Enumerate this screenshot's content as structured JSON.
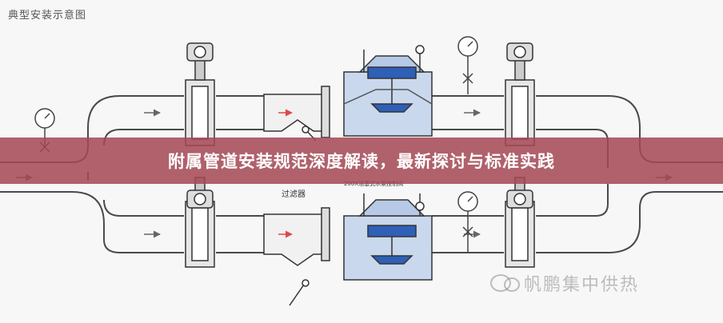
{
  "diagram": {
    "title": "典型安装示意图",
    "filter_label": "过滤器",
    "valve_caption": "200X活塞式水泵控制阀"
  },
  "banner": {
    "headline": "附属管道安装规范深度解读，最新探讨与标准实践"
  },
  "watermark": {
    "text": "帆鹏集中供热"
  },
  "colors": {
    "pipe_stroke": "#4a4a4a",
    "valve_fill": "#c9d8ec",
    "valve_blue": "#2f5fb7",
    "arrow_red": "#e04848",
    "banner_bg": "#a44854"
  }
}
